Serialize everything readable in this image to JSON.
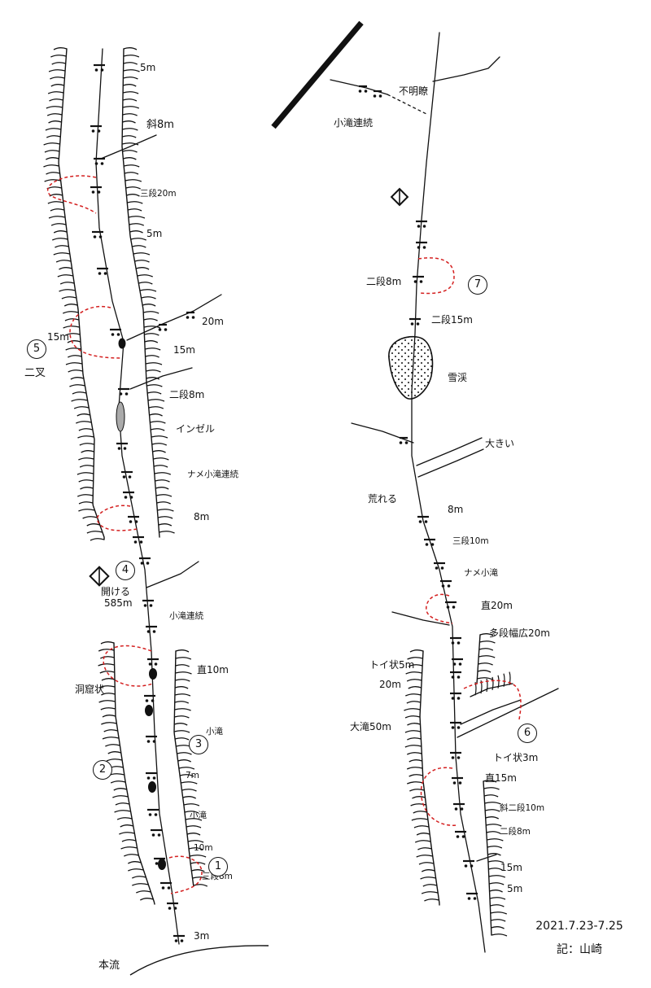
{
  "left_labels": {
    "f5m_top": "5m",
    "sha8m": "斜8m",
    "sandan20m": "三段20m",
    "f5m_2": "5m",
    "f20m_branch": "20m",
    "f15m_left": "15m",
    "f15m_right": "15m",
    "futamata": "二叉",
    "nidan8m_left": "二段8m",
    "inzeru": "インゼル",
    "name_kotaki": "ナメ小滝連続",
    "f8m_left": "8m",
    "hirakeru": "開ける",
    "alt585": "585m",
    "kotaki_renzoku_left": "小滝連続",
    "choku10m": "直10m",
    "doukutsu": "洞窟状",
    "kotaki_a": "小滝",
    "f7m": "7m",
    "kotaki_b": "小滝",
    "f10m": "10m",
    "sandan8m": "三段8m",
    "f3m": "3m",
    "honryu": "本流"
  },
  "right_labels": {
    "fumeiryo": "不明瞭",
    "kotaki_renzoku_right": "小滝連続",
    "nidan8m_right": "二段8m",
    "nidan15m": "二段15m",
    "sekkei": "雪渓",
    "ookii": "大きい",
    "areru": "荒れる",
    "f8m_right": "8m",
    "sandan10m": "三段10m",
    "name_kotaki_r": "ナメ小滝",
    "choku20m": "直20m",
    "tadan": "多段幅広20m",
    "toi5m": "トイ状5m",
    "f20m_right": "20m",
    "otaki50m": "大滝50m",
    "toi3m": "トイ状3m",
    "choku15m": "直15m",
    "sha_nidan10m": "斜二段10m",
    "nidan8m_low": "二段8m",
    "f15m_low": "15m",
    "f5m_low": "5m"
  },
  "markers": {
    "m1": "1",
    "m2": "2",
    "m3": "3",
    "m4": "4",
    "m5": "5",
    "m6": "6",
    "m7": "7"
  },
  "credit": {
    "date": "2021.7.23-7.25",
    "author": "記：山崎"
  },
  "colors": {
    "line": "#111111",
    "route_dashed": "#d42020",
    "inzeru_fill": "#aaaaaa"
  }
}
